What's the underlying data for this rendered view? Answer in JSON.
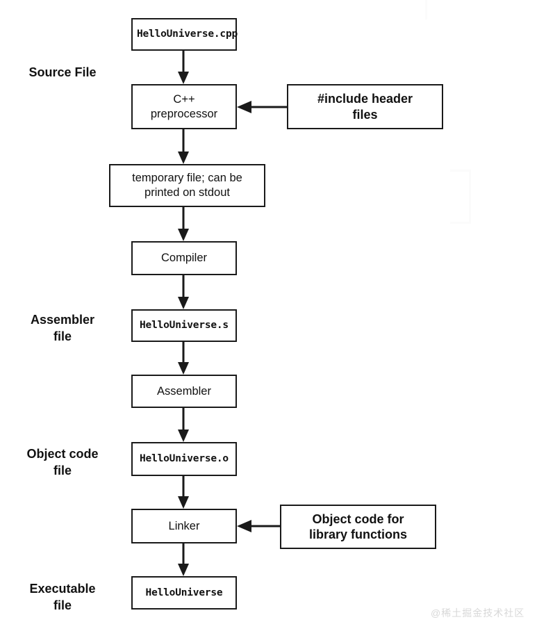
{
  "diagram": {
    "title": "C++ compilation pipeline",
    "accent_color": "#1a1a1a",
    "background_color": "#ffffff",
    "stage_labels": [
      {
        "id": "source-file",
        "text": "Source File"
      },
      {
        "id": "assembler-file",
        "text": "Assembler\nfile"
      },
      {
        "id": "object-code-file",
        "text": "Object code\nfile"
      },
      {
        "id": "executable-file",
        "text": "Executable\nfile"
      }
    ],
    "nodes": [
      {
        "id": "hellouniverse-cpp",
        "text": "HelloUniverse.cpp",
        "style": "mono"
      },
      {
        "id": "cpp-preprocessor",
        "text": "C++\npreprocessor",
        "style": "sans"
      },
      {
        "id": "include-header-files",
        "text": "#include header\nfiles",
        "style": "bold"
      },
      {
        "id": "temporary-file",
        "text": "temporary file; can be\nprinted on stdout",
        "style": "sans"
      },
      {
        "id": "compiler",
        "text": "Compiler",
        "style": "sans"
      },
      {
        "id": "hellouniverse-s",
        "text": "HelloUniverse.s",
        "style": "mono"
      },
      {
        "id": "assembler",
        "text": "Assembler",
        "style": "sans"
      },
      {
        "id": "hellouniverse-o",
        "text": "HelloUniverse.o",
        "style": "mono"
      },
      {
        "id": "linker",
        "text": "Linker",
        "style": "sans"
      },
      {
        "id": "object-code-library",
        "text": "Object code for\nlibrary functions",
        "style": "bold"
      },
      {
        "id": "hellouniverse",
        "text": "HelloUniverse",
        "style": "mono"
      }
    ],
    "edges": [
      {
        "from": "hellouniverse-cpp",
        "to": "cpp-preprocessor",
        "direction": "down"
      },
      {
        "from": "include-header-files",
        "to": "cpp-preprocessor",
        "direction": "left"
      },
      {
        "from": "cpp-preprocessor",
        "to": "temporary-file",
        "direction": "down"
      },
      {
        "from": "temporary-file",
        "to": "compiler",
        "direction": "down"
      },
      {
        "from": "compiler",
        "to": "hellouniverse-s",
        "direction": "down"
      },
      {
        "from": "hellouniverse-s",
        "to": "assembler",
        "direction": "down"
      },
      {
        "from": "assembler",
        "to": "hellouniverse-o",
        "direction": "down"
      },
      {
        "from": "hellouniverse-o",
        "to": "linker",
        "direction": "down"
      },
      {
        "from": "object-code-library",
        "to": "linker",
        "direction": "left"
      },
      {
        "from": "linker",
        "to": "hellouniverse",
        "direction": "down"
      }
    ]
  },
  "watermark": {
    "text": "@稀土掘金技术社区"
  }
}
